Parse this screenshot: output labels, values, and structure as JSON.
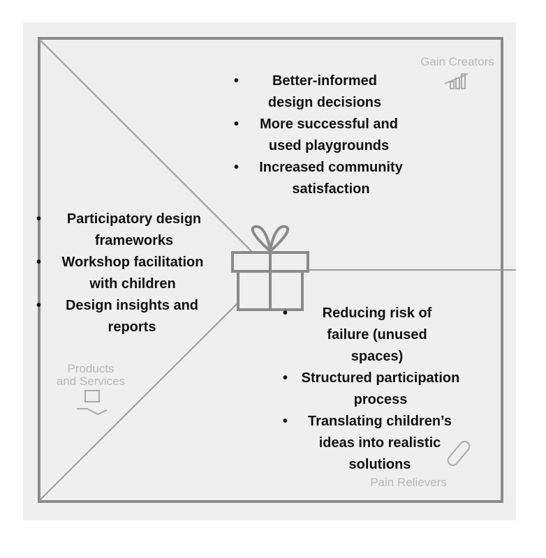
{
  "sections": {
    "gain_creators": {
      "label": "Gain Creators",
      "items": [
        "Better-informed design decisions",
        "More successful and used playgrounds",
        "Increased community satisfaction"
      ]
    },
    "products_services": {
      "label_line1": "Products",
      "label_line2": "and Services",
      "items": [
        "Participatory design frameworks",
        "Workshop facilitation with children",
        "Design insights and reports"
      ]
    },
    "pain_relievers": {
      "label": "Pain Relievers",
      "items": [
        "Reducing risk of failure (unused spaces)",
        "Structured participation process",
        "Translating children’s ideas into realistic solutions"
      ]
    }
  },
  "bullet": "•"
}
